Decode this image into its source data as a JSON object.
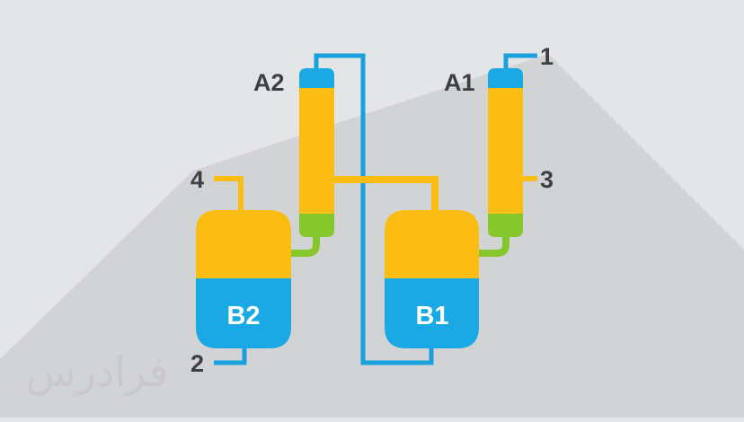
{
  "colors": {
    "background": "#e4e5e7",
    "shadow": "#d2d3d5",
    "yellow": "#fbbc14",
    "blue": "#1aa9e4",
    "green": "#86c72c",
    "pipe_blue": "#1aa0dc",
    "label": "#3d3f42",
    "watermark": "#c8c9cb"
  },
  "columns": {
    "a1": {
      "label": "A1"
    },
    "a2": {
      "label": "A2"
    }
  },
  "vessels": {
    "b1": {
      "label": "B1"
    },
    "b2": {
      "label": "B2"
    }
  },
  "streams": {
    "s1": "1",
    "s2": "2",
    "s3": "3",
    "s4": "4"
  },
  "watermark": {
    "text": "فرادرس"
  }
}
